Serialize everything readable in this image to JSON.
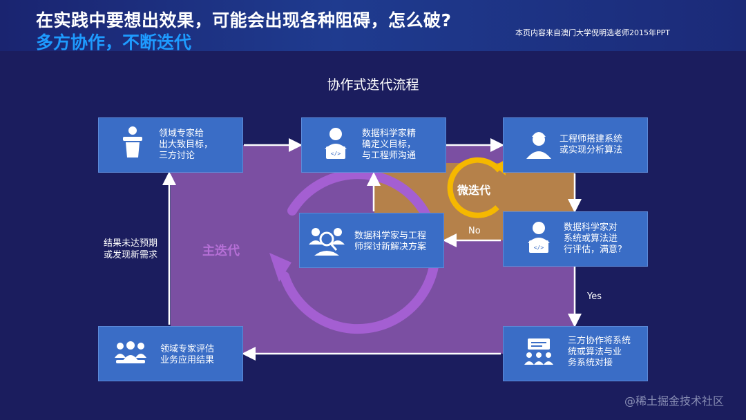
{
  "header": {
    "title": "在实践中要想出效果，可能会出现各种阻碍，怎么破?",
    "subtitle": "多方协作，不断迭代",
    "source": "本页内容来自澳门大学倪明选老师2015年PPT"
  },
  "diagram": {
    "title": "协作式迭代流程",
    "main_label": "主迭代",
    "micro_label": "微迭代",
    "boxes": {
      "domain_goal": "领域专家给\n出大致目标，\n三方讨论",
      "ds_define": "数据科学家精\n确定义目标，\n与工程师沟通",
      "engineer_build": "工程师搭建系统\n或实现分析算法",
      "ds_evaluate": "数据科学家对\n系统或算法进\n行评估，满意?",
      "ds_discuss": "数据科学家与工程\n师探讨新解决方案",
      "three_party": "三方协作将系统\n统或算法与业\n务系统对接",
      "domain_eval": "领域专家评估\n业务应用结果"
    },
    "edge_labels": {
      "no": "No",
      "yes": "Yes",
      "unmet": "结果未达预期\n或发现新需求"
    },
    "colors": {
      "background": "#1b1d5e",
      "box": "#3a6dc6",
      "main_region": "#7b4fa2",
      "micro_region": "#b5814a",
      "micro_arrow": "#f5b800",
      "main_arrow": "#b06ad9",
      "subtitle": "#1e9bff"
    },
    "icons": [
      "podium-speaker-icon",
      "coder-laptop-icon",
      "engineer-avatar-icon",
      "evaluator-laptop-icon",
      "team-search-icon",
      "presentation-team-icon",
      "audience-group-icon",
      "cycle-arrow-icon"
    ]
  },
  "watermark": "@稀土掘金技术社区"
}
